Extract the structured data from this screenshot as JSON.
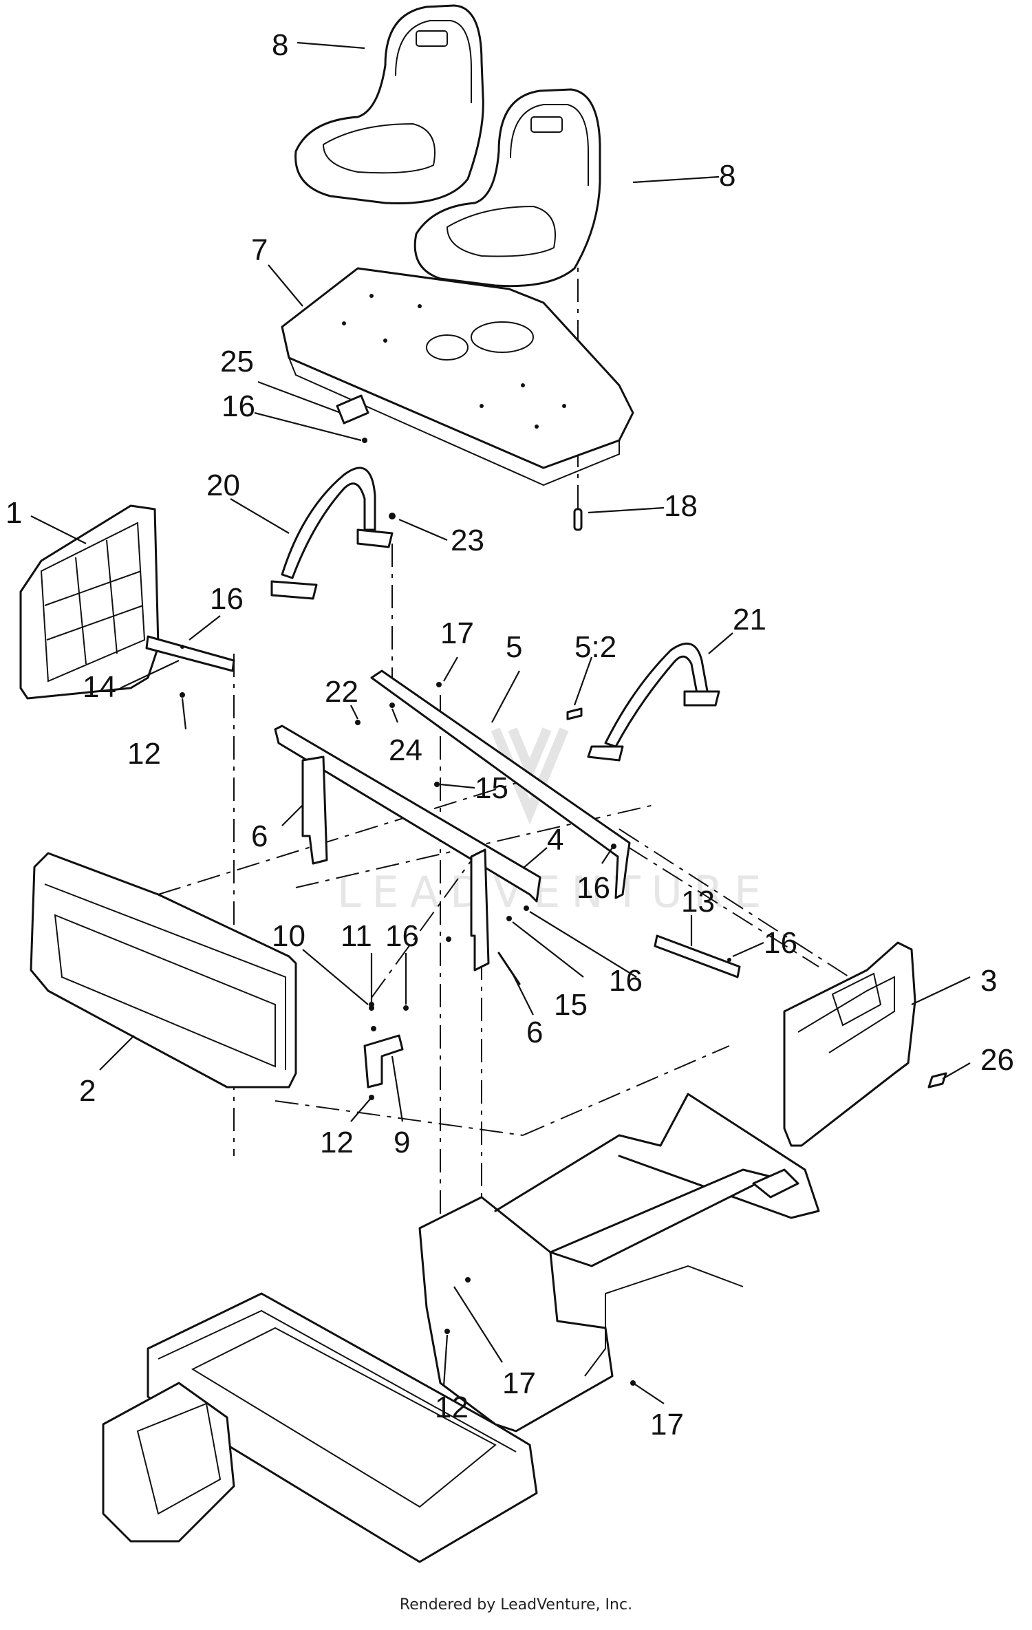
{
  "callouts": [
    "8",
    "8",
    "7",
    "25",
    "16",
    "20",
    "1",
    "18",
    "23",
    "16",
    "17",
    "5",
    "5:2",
    "21",
    "14",
    "22",
    "12",
    "24",
    "15",
    "6",
    "4",
    "16",
    "13",
    "16",
    "10",
    "11",
    "16",
    "15",
    "16",
    "3",
    "6",
    "2",
    "26",
    "12",
    "9",
    "17",
    "12",
    "17"
  ],
  "watermark": "LEADVENTURE",
  "footer": "Rendered by LeadVenture, Inc."
}
